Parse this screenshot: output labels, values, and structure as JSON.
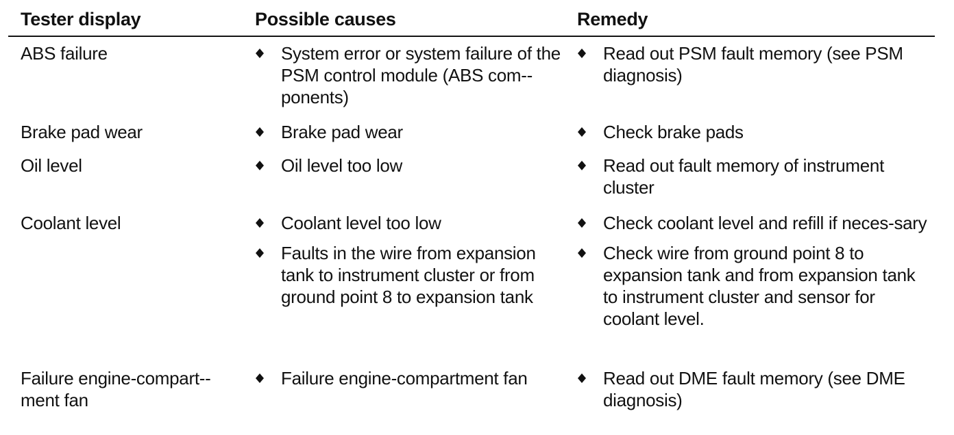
{
  "headers": {
    "tester_display": "Tester display",
    "possible_causes": "Possible causes",
    "remedy": "Remedy"
  },
  "rows": [
    {
      "tester_display": "ABS failure",
      "causes": [
        "System error or system failure of the PSM control module (ABS com-­ponents)"
      ],
      "remedies": [
        "Read out PSM fault memory (see PSM diagnosis)"
      ]
    },
    {
      "tester_display": "Brake pad wear",
      "causes": [
        "Brake pad wear"
      ],
      "remedies": [
        "Check brake pads"
      ]
    },
    {
      "tester_display": "Oil level",
      "causes": [
        "Oil level too low"
      ],
      "remedies": [
        "Read out fault memory of instrument cluster"
      ]
    },
    {
      "tester_display": "Coolant level",
      "causes": [
        "Coolant level too low",
        "Faults in the wire from expansion tank to instrument cluster or from ground point 8 to expansion tank"
      ],
      "remedies": [
        "Check coolant level and refill if neces-­sary",
        "Check wire from ground point 8 to expansion tank and from expansion tank to instrument cluster and sensor for coolant level."
      ]
    },
    {
      "tester_display": "Failure engine-compart-­ment fan",
      "causes": [
        "Failure engine-compartment fan"
      ],
      "remedies": [
        "Read out DME fault memory (see DME diagnosis)"
      ]
    }
  ],
  "bullet_icon": "diamond-bullet-icon",
  "colors": {
    "text": "#111111",
    "rule": "#111111",
    "background": "#ffffff"
  }
}
